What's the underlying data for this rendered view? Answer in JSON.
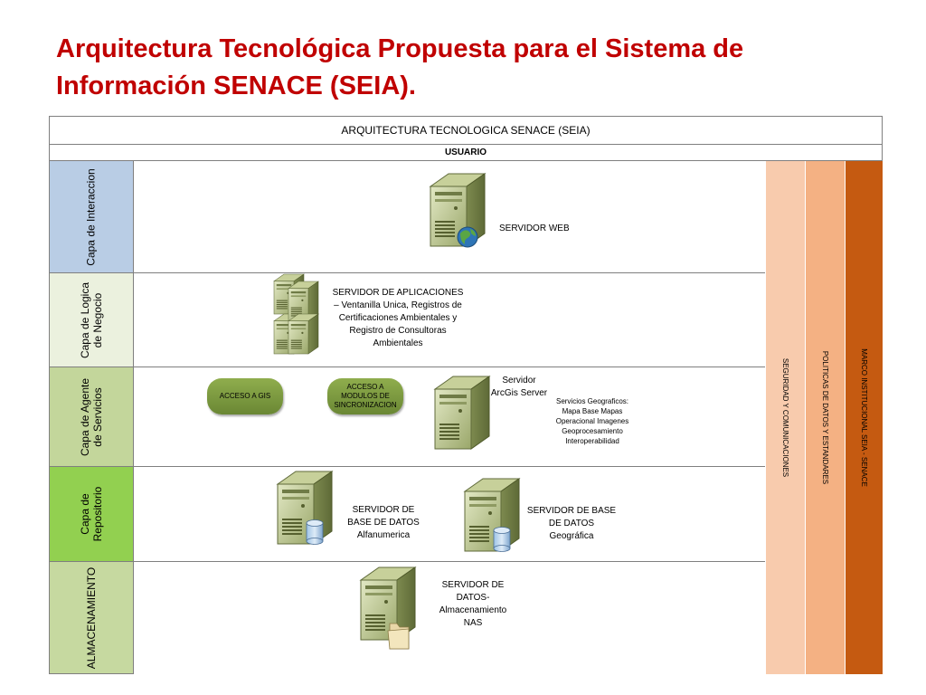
{
  "page_title": "Arquitectura Tecnológica Propuesta para el Sistema de Información SENACE (SEIA).",
  "header": {
    "main": "ARQUITECTURA TECNOLOGICA SENACE  (SEIA)",
    "user": "USUARIO"
  },
  "layers": [
    {
      "label": "Capa de Interaccion",
      "color": "#b9cde5"
    },
    {
      "label": "Capa de Logica de Negocio",
      "color": "#ebf1de"
    },
    {
      "label": "Capa de Agente de Servicios",
      "color": "#c3d69b"
    },
    {
      "label": "Capa de Repositorio",
      "color": "#92d050"
    },
    {
      "label": "ALMACENAMIENTO",
      "color": "#c6d9a0"
    }
  ],
  "side_columns": [
    {
      "label": "SEGURIDAD Y COMUNICACIONES",
      "color": "#f8cbad"
    },
    {
      "label": "POLITICAS DE DATOS Y ESTANDARES",
      "color": "#f4b183"
    },
    {
      "label": "MARCO INSTITUCIONAL SEIA - SENACE",
      "color": "#c55a11"
    }
  ],
  "nodes": {
    "web_server": "SERVIDOR WEB",
    "app_server": "SERVIDOR DE APLICACIONES – Ventanilla Unica, Registros de Certificaciones Ambientales y Registro de Consultoras Ambientales",
    "gis_access": "ACCESO A GIS",
    "sync_access": "ACCESO A MODULOS DE SINCRONIZACION",
    "arcgis_server": "Servidor ArcGis Server",
    "geo_services": "Servicios Geograficos: Mapa Base Mapas Operacional Imagenes Geoprocesamiento Interoperabilidad",
    "db_alfa": "SERVIDOR DE BASE DE DATOS Alfanumerica",
    "db_geo": "SERVIDOR DE BASE DE DATOS Geográfica",
    "nas": "SERVIDOR DE DATOS- Almacenamiento NAS"
  }
}
